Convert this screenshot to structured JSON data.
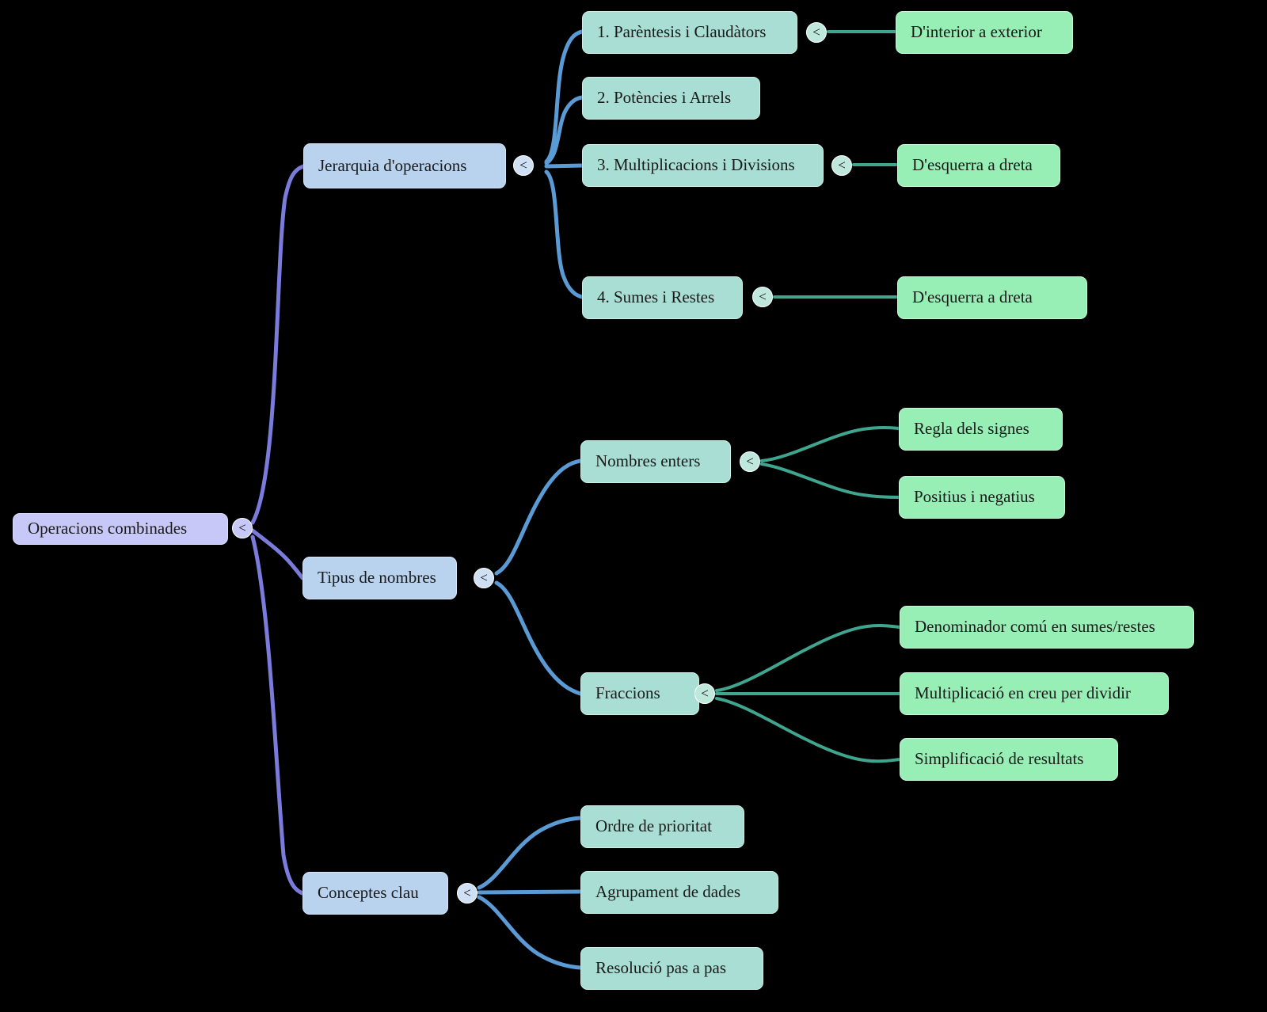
{
  "diagram": {
    "type": "mindmap",
    "title": "Operacions combinades",
    "background_color": "#000000",
    "colors": {
      "root_fill": "#c8c8f8",
      "level1_fill": "#b9d3ef",
      "level2_fill": "#a8ded3",
      "level3_fill": "#97efb5",
      "root_edge": "#7b7bdb",
      "level1_edge": "#5b9bd5",
      "level2_edge": "#3fa58e",
      "text": "#1a1a1a"
    },
    "collapse_glyph": "<"
  },
  "nodes": {
    "root": {
      "label": "Operacions combinades",
      "level": 0
    },
    "branches": [
      {
        "label": "Jerarquia d'operacions",
        "level": 1,
        "children": [
          {
            "label": "1. Parèntesis i Claudàtors",
            "level": 2,
            "children": [
              {
                "label": "D'interior a exterior",
                "level": 3
              }
            ]
          },
          {
            "label": "2. Potències i Arrels",
            "level": 2,
            "children": []
          },
          {
            "label": "3. Multiplicacions i Divisions",
            "level": 2,
            "children": [
              {
                "label": "D'esquerra a dreta",
                "level": 3
              }
            ]
          },
          {
            "label": "4. Sumes i Restes",
            "level": 2,
            "children": [
              {
                "label": "D'esquerra a dreta",
                "level": 3
              }
            ]
          }
        ]
      },
      {
        "label": "Tipus de nombres",
        "level": 1,
        "children": [
          {
            "label": "Nombres enters",
            "level": 2,
            "children": [
              {
                "label": "Regla dels signes",
                "level": 3
              },
              {
                "label": "Positius i negatius",
                "level": 3
              }
            ]
          },
          {
            "label": "Fraccions",
            "level": 2,
            "children": [
              {
                "label": "Denominador comú en sumes/restes",
                "level": 3
              },
              {
                "label": "Multiplicació en creu per dividir",
                "level": 3
              },
              {
                "label": "Simplificació de resultats",
                "level": 3
              }
            ]
          }
        ]
      },
      {
        "label": "Conceptes clau",
        "level": 1,
        "children": [
          {
            "label": "Ordre de prioritat",
            "level": 2,
            "children": []
          },
          {
            "label": "Agrupament de dades",
            "level": 2,
            "children": []
          },
          {
            "label": "Resolució pas a pas",
            "level": 2,
            "children": []
          }
        ]
      }
    ]
  }
}
